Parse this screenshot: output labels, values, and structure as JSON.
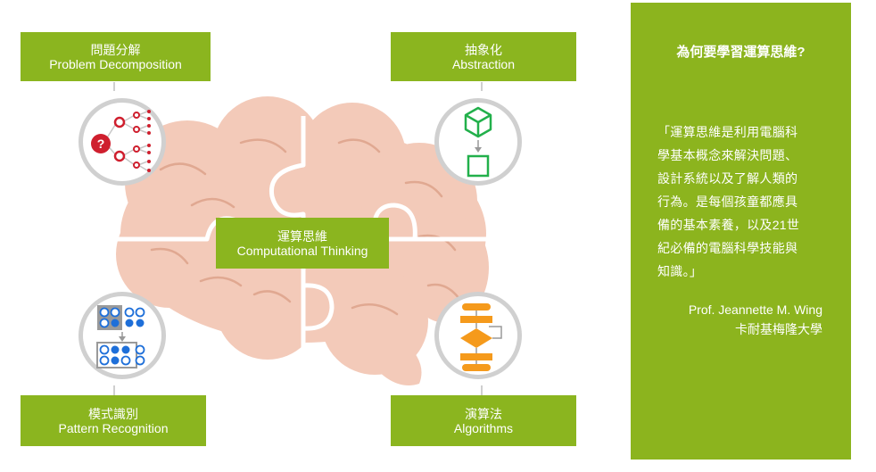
{
  "diagram": {
    "center": {
      "zh": "運算思維",
      "en": "Computational Thinking"
    },
    "decomposition": {
      "zh": "問題分解",
      "en": "Problem Decomposition"
    },
    "abstraction": {
      "zh": "抽象化",
      "en": "Abstraction"
    },
    "pattern": {
      "zh": "模式識別",
      "en": "Pattern Recognition"
    },
    "algorithms": {
      "zh": "演算法",
      "en": "Algorithms"
    },
    "question_mark": "?",
    "colors": {
      "green": "#8bb51f",
      "brain": "#f2c9b8",
      "red": "#cf1f2e",
      "blue": "#1e6fd9",
      "orange": "#f59a1c"
    }
  },
  "panel": {
    "title": "為何要學習運算思維?",
    "quote_lines": [
      "「運算思維是利用電腦科",
      "學基本概念來解決問題、",
      "設計系統以及了解人類的",
      "行為。是每個孩童都應具",
      "備的基本素養，以及21世",
      "紀必備的電腦科學技能與",
      "知識。」"
    ],
    "author": "Prof. Jeannette M. Wing",
    "affiliation": "卡耐基梅隆大學"
  }
}
